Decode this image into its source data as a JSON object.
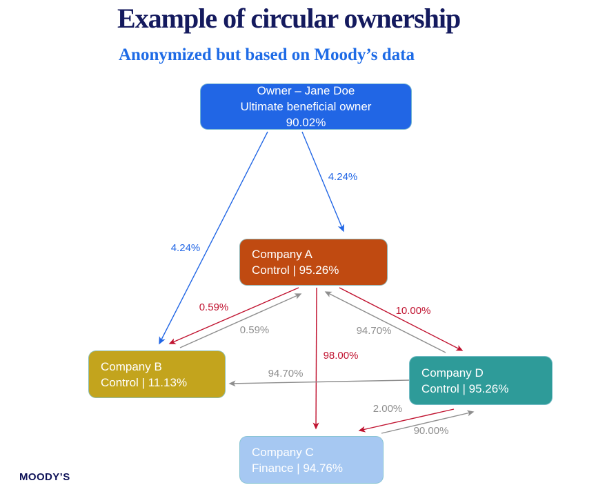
{
  "header": {
    "title": "Example of circular ownership",
    "subtitle": "Anonymized but based on Moody’s data"
  },
  "footer": {
    "logo": "MOODY’S"
  },
  "colors": {
    "title_navy": "#141a5e",
    "accent_blue": "#2166e5",
    "arrow_red": "#c0122f",
    "arrow_gray": "#8e8e8e",
    "owner_box": "#2166e5",
    "company_a_box": "#c04a11",
    "company_b_box": "#c3a41d",
    "company_c_box": "#a6c8f2",
    "company_d_box": "#2e9b99"
  },
  "nodes": {
    "owner": {
      "lines": [
        "Owner – Jane Doe",
        "Ultimate beneficial owner",
        "90.02%"
      ]
    },
    "company_a": {
      "name": "Company A",
      "detail": "Control | 95.26%"
    },
    "company_b": {
      "name": "Company B",
      "detail": "Control | 11.13%"
    },
    "company_c": {
      "name": "Company C",
      "detail": "Finance | 94.76%"
    },
    "company_d": {
      "name": "Company D",
      "detail": "Control | 95.26%"
    }
  },
  "edges": [
    {
      "from": "Owner",
      "to": "Company A",
      "label": "4.24%",
      "arrow_color": "#2166e5",
      "label_color": "#2166e5"
    },
    {
      "from": "Owner",
      "to": "Company B",
      "label": "4.24%",
      "arrow_color": "#2166e5",
      "label_color": "#2166e5"
    },
    {
      "from": "Company A",
      "to": "Company B",
      "label": "0.59%",
      "arrow_color": "#c0122f",
      "label_color": "#c0122f"
    },
    {
      "from": "Company B",
      "to": "Company A",
      "label": "0.59%",
      "arrow_color": "#8e8e8e",
      "label_color": "#8e8e8e"
    },
    {
      "from": "Company A",
      "to": "Company D",
      "label": "10.00%",
      "arrow_color": "#c0122f",
      "label_color": "#c0122f"
    },
    {
      "from": "Company D",
      "to": "Company A",
      "label": "94.70%",
      "arrow_color": "#8e8e8e",
      "label_color": "#8e8e8e"
    },
    {
      "from": "Company A",
      "to": "Company C",
      "label": "98.00%",
      "arrow_color": "#c0122f",
      "label_color": "#c0122f"
    },
    {
      "from": "Company D",
      "to": "Company B",
      "label": "94.70%",
      "arrow_color": "#8e8e8e",
      "label_color": "#8e8e8e"
    },
    {
      "from": "Company D",
      "to": "Company C",
      "label": "2.00%",
      "arrow_color": "#c0122f",
      "label_color": "#8e8e8e"
    },
    {
      "from": "Company C",
      "to": "Company D",
      "label": "90.00%",
      "arrow_color": "#8e8e8e",
      "label_color": "#8e8e8e"
    }
  ]
}
